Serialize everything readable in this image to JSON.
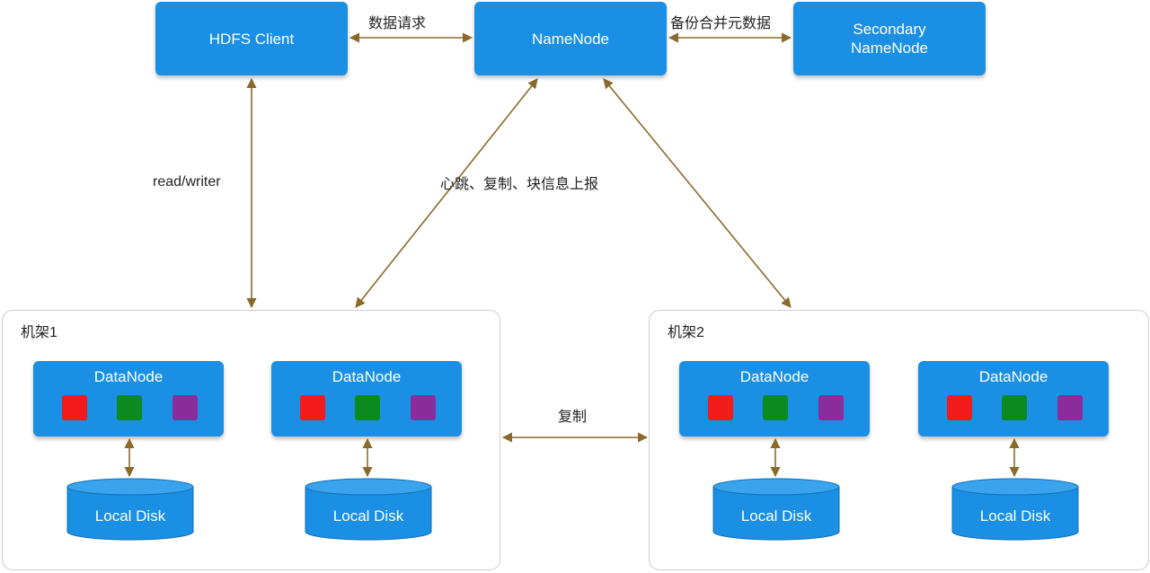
{
  "top": {
    "hdfs_client": "HDFS Client",
    "namenode": "NameNode",
    "secondary_namenode": "Secondary\nNameNode"
  },
  "edges": {
    "client_namenode": "数据请求",
    "namenode_secondary": "备份合并元数据",
    "read_write": "read/writer",
    "heartbeat": "心跳、复制、块信息上报",
    "replicate": "复制"
  },
  "racks": [
    {
      "label": "机架1",
      "nodes": [
        {
          "title": "DataNode",
          "disk": "Local Disk"
        },
        {
          "title": "DataNode",
          "disk": "Local Disk"
        }
      ]
    },
    {
      "label": "机架2",
      "nodes": [
        {
          "title": "DataNode",
          "disk": "Local Disk"
        },
        {
          "title": "DataNode",
          "disk": "Local Disk"
        }
      ]
    }
  ],
  "colors": {
    "box": "#1a8fe3",
    "arrow": "#8a6a2a",
    "block_red": "#f21a1a",
    "block_green": "#0b8a1f",
    "block_purple": "#8b2c9c"
  }
}
